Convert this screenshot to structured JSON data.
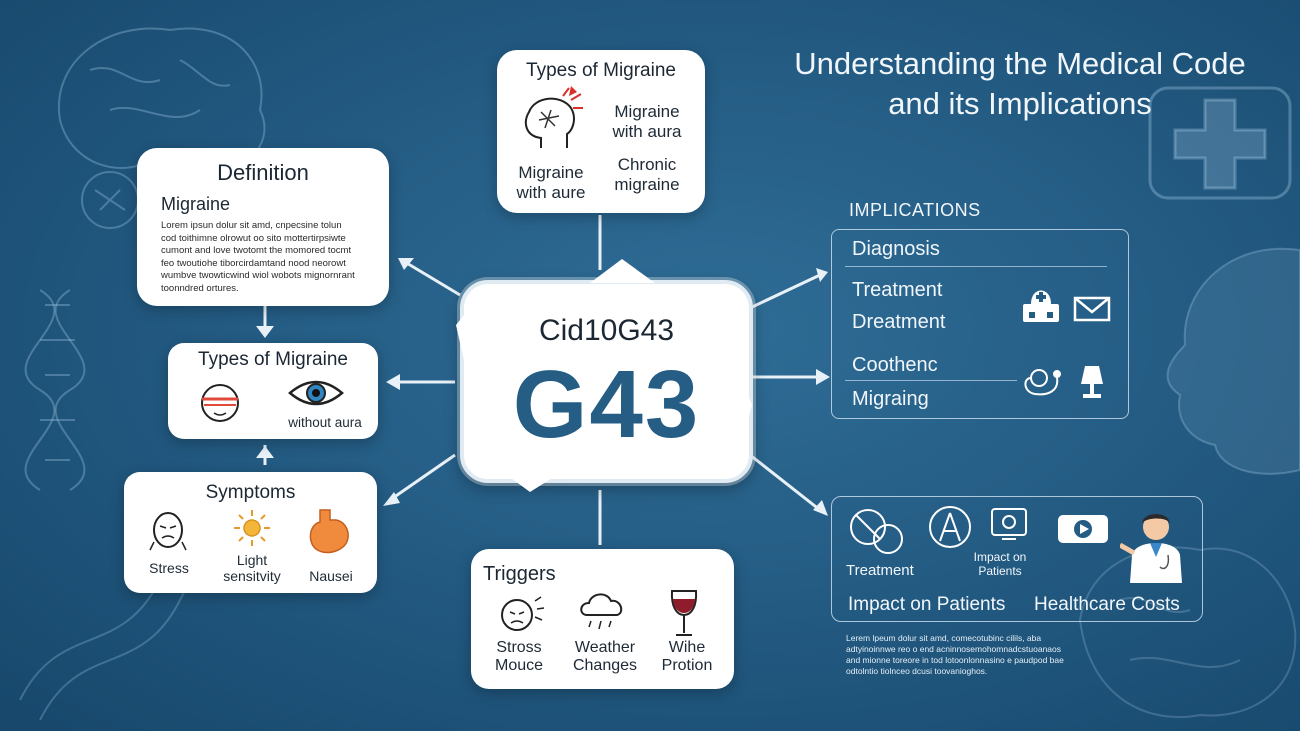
{
  "heading": {
    "line1": "Understanding the Medical Code",
    "line2": "and its Implications"
  },
  "center": {
    "small": "Cid10G43",
    "big": "G43"
  },
  "types_top": {
    "title": "Types of Migraine",
    "item1": "Migraine\nwith aura",
    "item2": "Migraine\nwith aure",
    "item3": "Chronic\nmigraine",
    "icon": "head-lightning-icon"
  },
  "definition": {
    "title": "Definition",
    "subtitle": "Migraine",
    "body": "Lorem ipsun dolur sit amd, cnpecsine tolun\ncod toithimne olrowut oo sito mottertirpsiwte\ncumont and love twotomt the momored tocmt\nfeo twoutiohe tiborcirdamtand nood neorowt\nwumbve twowticwind wiol wobots mignornrant\ntoonndred ortures."
  },
  "types_left": {
    "title": "Types of Migraine",
    "item1": "without aura",
    "icon1": "headache-face-icon",
    "icon2": "eye-icon"
  },
  "symptoms": {
    "title": "Symptoms",
    "item1": "Stress",
    "item2": "Light\nsensitvity",
    "item3": "Nausei",
    "icons": [
      "stressed-face-icon",
      "sun-icon",
      "stomach-icon"
    ]
  },
  "triggers": {
    "title": "Triggers",
    "item1": "Stross\nMouce",
    "item2": "Weather\nChanges",
    "item3": "Wihe\nProtion",
    "icons": [
      "stressed-face-icon",
      "rain-cloud-icon",
      "wine-glass-icon"
    ]
  },
  "implications": {
    "title": "IMPLICATIONS",
    "row1": "Diagnosis",
    "row2a": "Treatment",
    "row2b": "Dreatment",
    "row3a": "Coothenc",
    "row3b": "Migraing",
    "icons": [
      "hospital-icon",
      "envelope-icon",
      "stethoscope-icon",
      "lamp-icon"
    ]
  },
  "impact": {
    "treatment": "Treatment",
    "impact_small": "Impact on\nPatients",
    "impact_patients": "Impact on Patients",
    "costs": "Healthcare Costs",
    "icons": [
      "pills-icon",
      "person-icon",
      "monitor-icon",
      "camera-icon",
      "doctor-icon"
    ],
    "body": "Lerem lpeum dolur sit amd, comecotubinc cilils, aba\nadtyinoinnwe reo o end acninnosemohomnadcstuoanaos\nand mionne toreore in tod lotoonlonnasino e paudpod bae\nodtolntio tiolnceo dcusi toovanioghos."
  }
}
